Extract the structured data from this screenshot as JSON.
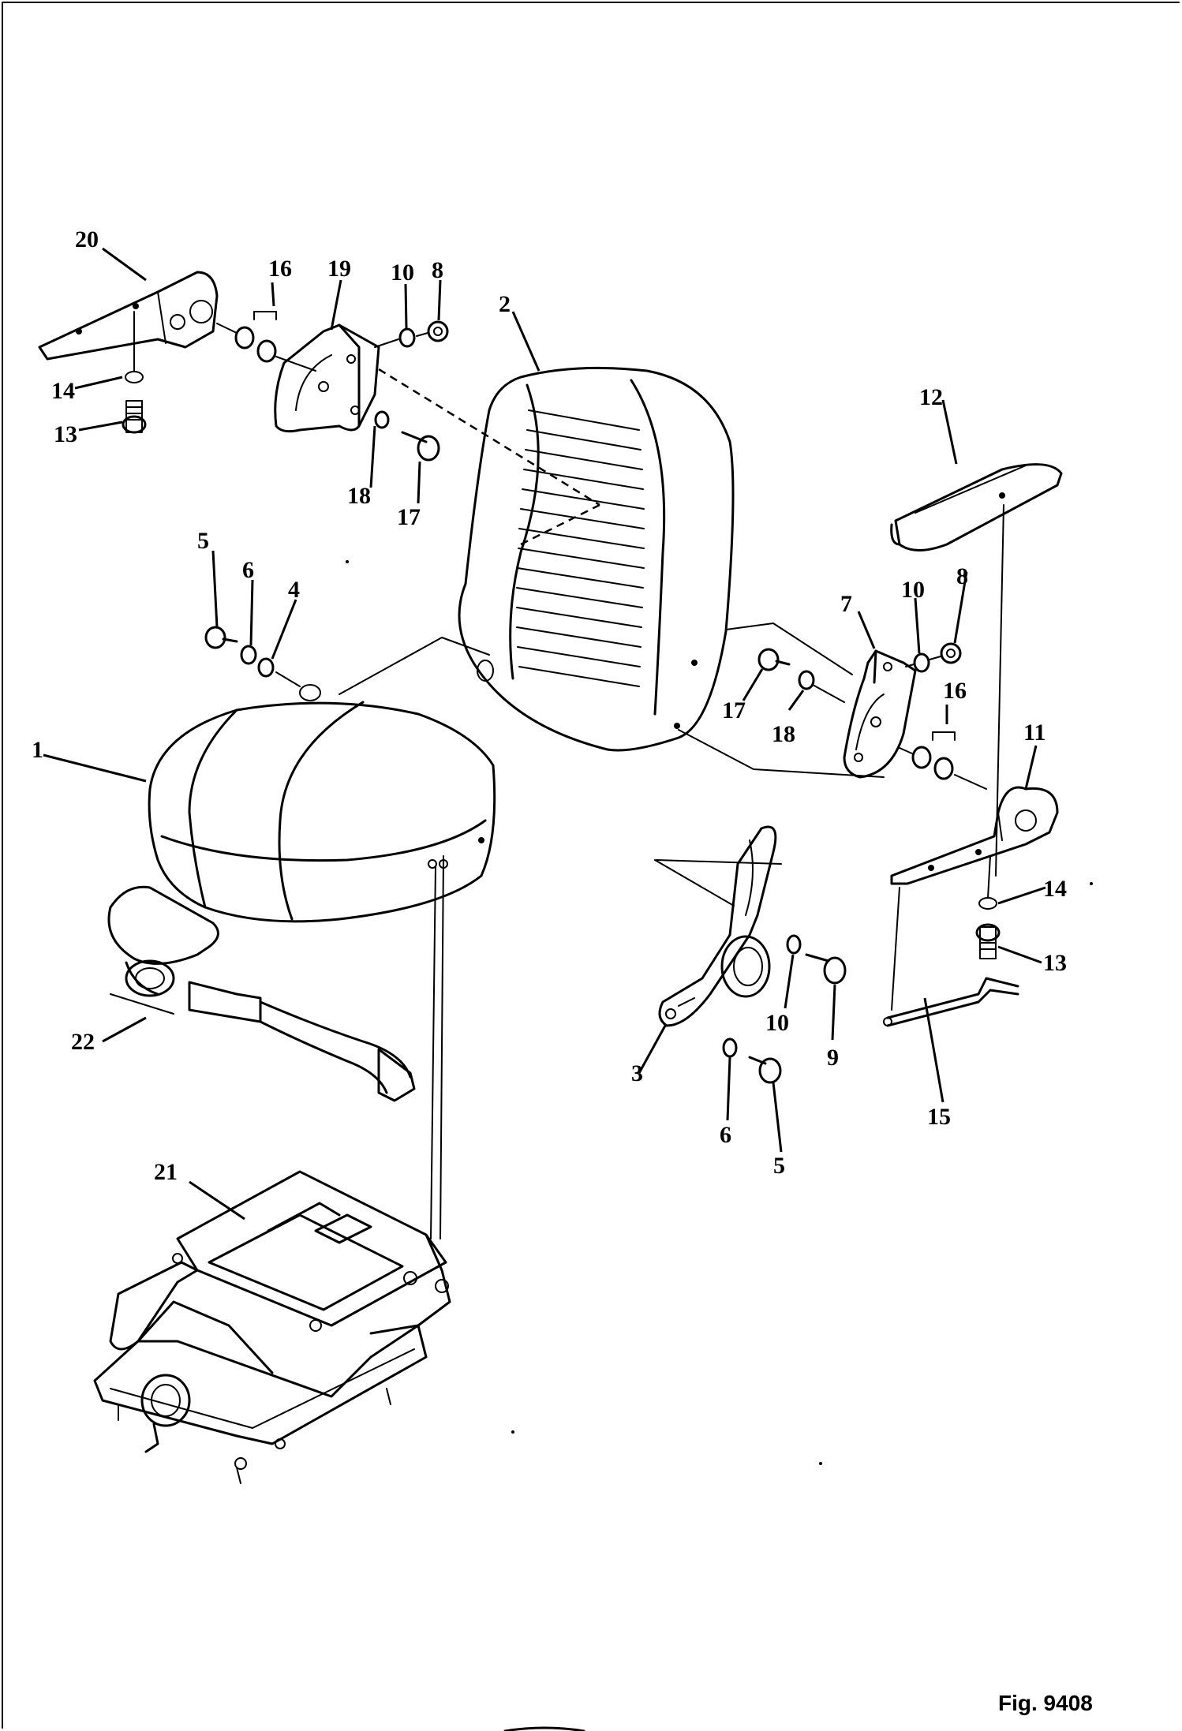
{
  "figure_label": "Fig. 9408",
  "callouts": {
    "c1": "1",
    "c2": "2",
    "c3": "3",
    "c4": "4",
    "c5a": "5",
    "c5b": "5",
    "c6a": "6",
    "c6b": "6",
    "c7": "7",
    "c8a": "8",
    "c8b": "8",
    "c9": "9",
    "c10a": "10",
    "c10b": "10",
    "c10c": "10",
    "c11": "11",
    "c12": "12",
    "c13a": "13",
    "c13b": "13",
    "c14a": "14",
    "c14b": "14",
    "c15": "15",
    "c16a": "16",
    "c16b": "16",
    "c17a": "17",
    "c17b": "17",
    "c18a": "18",
    "c18b": "18",
    "c19": "19",
    "c20": "20",
    "c21": "21",
    "c22": "22"
  }
}
